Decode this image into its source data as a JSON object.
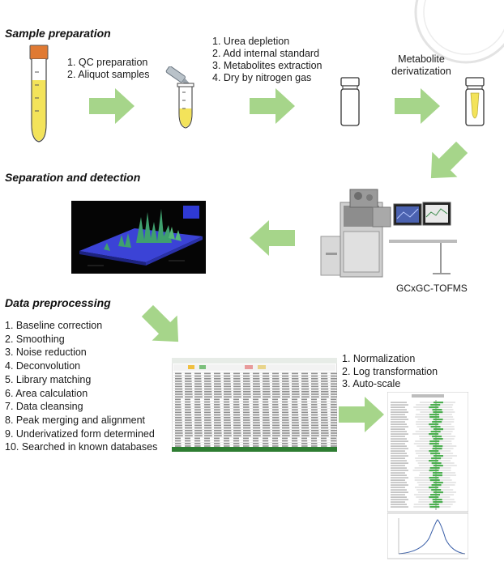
{
  "sections": {
    "sample_preparation": "Sample  preparation",
    "separation": "Separation and detection",
    "data_preprocessing": "Data preprocessing"
  },
  "step_qc": [
    "1. QC preparation",
    "2. Aliquot samples"
  ],
  "step_extraction": [
    "1. Urea depletion",
    "2. Add internal standard",
    "3. Metabolites extraction",
    "4. Dry by nitrogen gas"
  ],
  "derivatization": [
    "Metabolite",
    "derivatization"
  ],
  "instrument_label": "GCxGC-TOFMS",
  "preprocessing_steps": [
    "1.   Baseline correction",
    "2.   Smoothing",
    "3.   Noise reduction",
    "4.   Deconvolution",
    "5.   Library matching",
    "6.   Area calculation",
    "7.   Data cleansing",
    "8.   Peak merging and alignment",
    "9.   Underivatized form determined",
    "10. Searched in known databases"
  ],
  "normalization_steps": [
    "1.  Normalization",
    "2.  Log transformation",
    "3.  Auto-scale"
  ],
  "colors": {
    "arrow": "#a6d58a",
    "tube_yellow": "#f3e35a",
    "cap_orange": "#e07a33",
    "surface_blue": "#3b43d6",
    "peak_green": "#3fa06e"
  }
}
